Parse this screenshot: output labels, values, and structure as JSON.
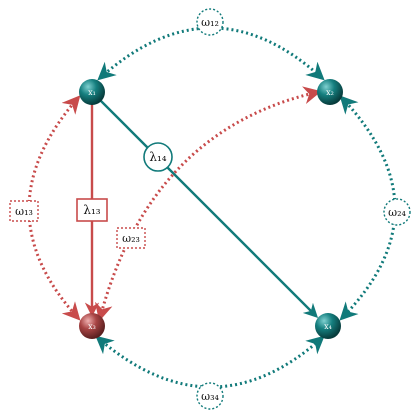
{
  "colors": {
    "teal": "#117a7a",
    "teal_dark": "#0b4f4f",
    "red": "#c84b4b",
    "red_dark": "#7a2c2c"
  },
  "nodes": [
    {
      "id": "x1",
      "label": "x₁",
      "color": "teal"
    },
    {
      "id": "x2",
      "label": "x₂",
      "color": "teal"
    },
    {
      "id": "x3",
      "label": "x₃",
      "color": "red"
    },
    {
      "id": "x4",
      "label": "x₄",
      "color": "teal"
    }
  ],
  "edges": {
    "w12": "ω₁₂",
    "w13": "ω₁₃",
    "w23": "ω₂₃",
    "w24": "ω₂₄",
    "w34": "ω₃₄",
    "l13": "λ₁₃",
    "l14": "λ₁₄"
  }
}
